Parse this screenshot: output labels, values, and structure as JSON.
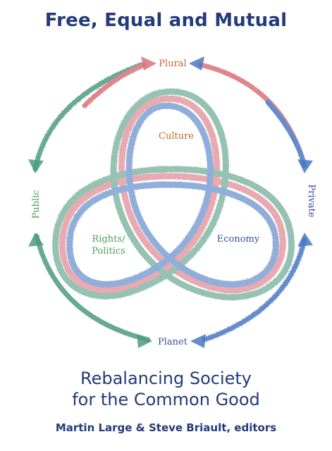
{
  "cover": {
    "title": "Free, Equal and Mutual",
    "subtitle_line1": "Rebalancing Society",
    "subtitle_line2": "for the Common Good",
    "editors": "Martin Large & Steve Briault, editors"
  },
  "diagram": {
    "labels": {
      "plural": "Plural",
      "private": "Private",
      "planet": "Planet",
      "public": "Public",
      "culture": "Culture",
      "economy": "Economy",
      "rights_line1": "Rights/",
      "rights_line2": "Politics"
    },
    "colors": {
      "red": "#d9737b",
      "green": "#4f9b82",
      "blue": "#4a79c2",
      "orange_text": "#c0662e",
      "green_text": "#4f9b5b",
      "blue_text": "#3b4f96",
      "title_blue": "#243a7a"
    }
  }
}
